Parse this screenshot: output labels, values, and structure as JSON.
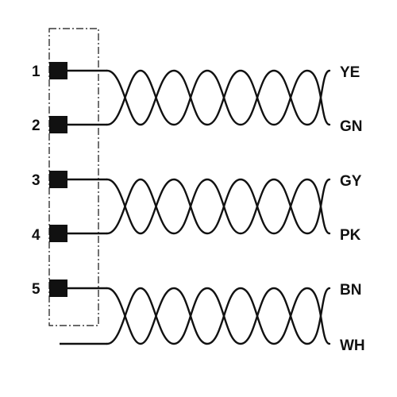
{
  "pins": [
    {
      "number": "1"
    },
    {
      "number": "2"
    },
    {
      "number": "3"
    },
    {
      "number": "4"
    },
    {
      "number": "5"
    }
  ],
  "pairs": [
    {
      "top_code": "YE",
      "bottom_code": "GN"
    },
    {
      "top_code": "GY",
      "bottom_code": "PK"
    },
    {
      "top_code": "BN",
      "bottom_code": "WH"
    }
  ]
}
